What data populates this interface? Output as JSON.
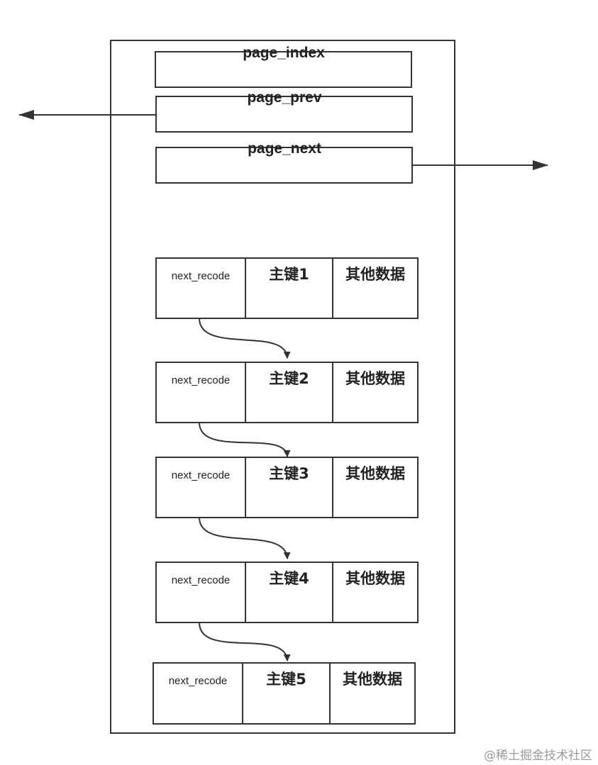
{
  "page": {
    "header_fields": {
      "page_index": "page_index",
      "page_prev": "page_prev",
      "page_next": "page_next"
    },
    "records": [
      {
        "next": "next_recode",
        "key": "主键1",
        "other": "其他数据"
      },
      {
        "next": "next_recode",
        "key": "主键2",
        "other": "其他数据"
      },
      {
        "next": "next_recode",
        "key": "主键3",
        "other": "其他数据"
      },
      {
        "next": "next_recode",
        "key": "主键4",
        "other": "其他数据"
      },
      {
        "next": "next_recode",
        "key": "主键5",
        "other": "其他数据"
      }
    ]
  },
  "watermark": "@稀土掘金技术社区",
  "colors": {
    "line": "#333333",
    "background": "#ffffff",
    "watermark": "#9a9a9a"
  }
}
